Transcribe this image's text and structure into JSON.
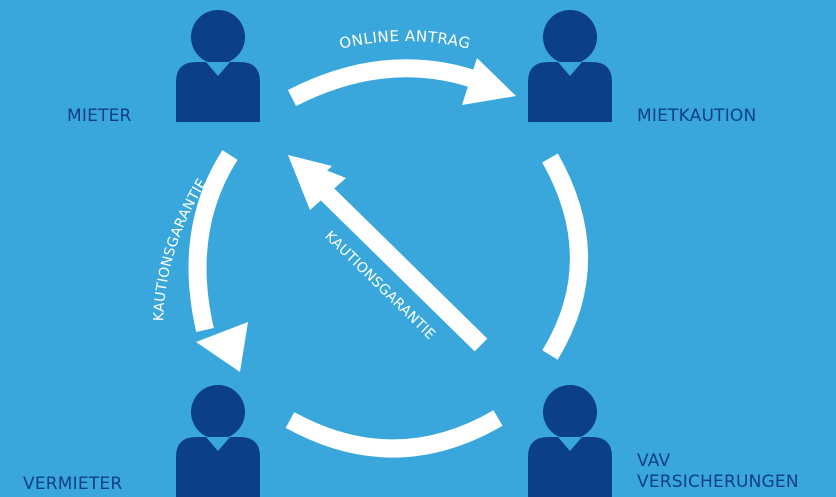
{
  "colors": {
    "background": "#3aa7dc",
    "person": "#0b3f86",
    "arrow": "#ffffff",
    "label": "#0b3f86"
  },
  "nodes": {
    "mieter": "MIETER",
    "mietkaution": "MIETKAUTION",
    "vermieter": "VERMIETER",
    "vav_line1": "VAV",
    "vav_line2": "VERSICHERUNGEN"
  },
  "arrows": {
    "top": "ONLINE ANTRAG",
    "left": "KAUTIONSGARANTIE",
    "diagonal": "KAUTIONSGARANTIE"
  },
  "icons": {
    "person": "person-icon"
  }
}
